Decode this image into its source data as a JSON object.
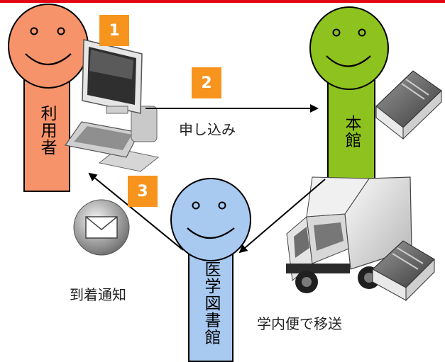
{
  "colors": {
    "top_rule": "#e30613",
    "user": "#f7936a",
    "main_library": "#8dc21f",
    "medical_library": "#a8c9f0",
    "step_badge": "#f7941d",
    "arrow": "#000000"
  },
  "actors": {
    "user": {
      "label": "利用者"
    },
    "main_library": {
      "label": "本館"
    },
    "medical_library": {
      "label": "医学図書館"
    }
  },
  "steps": [
    {
      "number": "1"
    },
    {
      "number": "2"
    },
    {
      "number": "3"
    }
  ],
  "captions": {
    "request": "申し込み",
    "transport": "学内便で移送",
    "notice": "到着通知"
  },
  "icons": {
    "computer": "computer-icon",
    "book_main": "book-icon",
    "truck": "truck-icon",
    "book_truck": "book-icon",
    "mail": "mail-icon"
  }
}
